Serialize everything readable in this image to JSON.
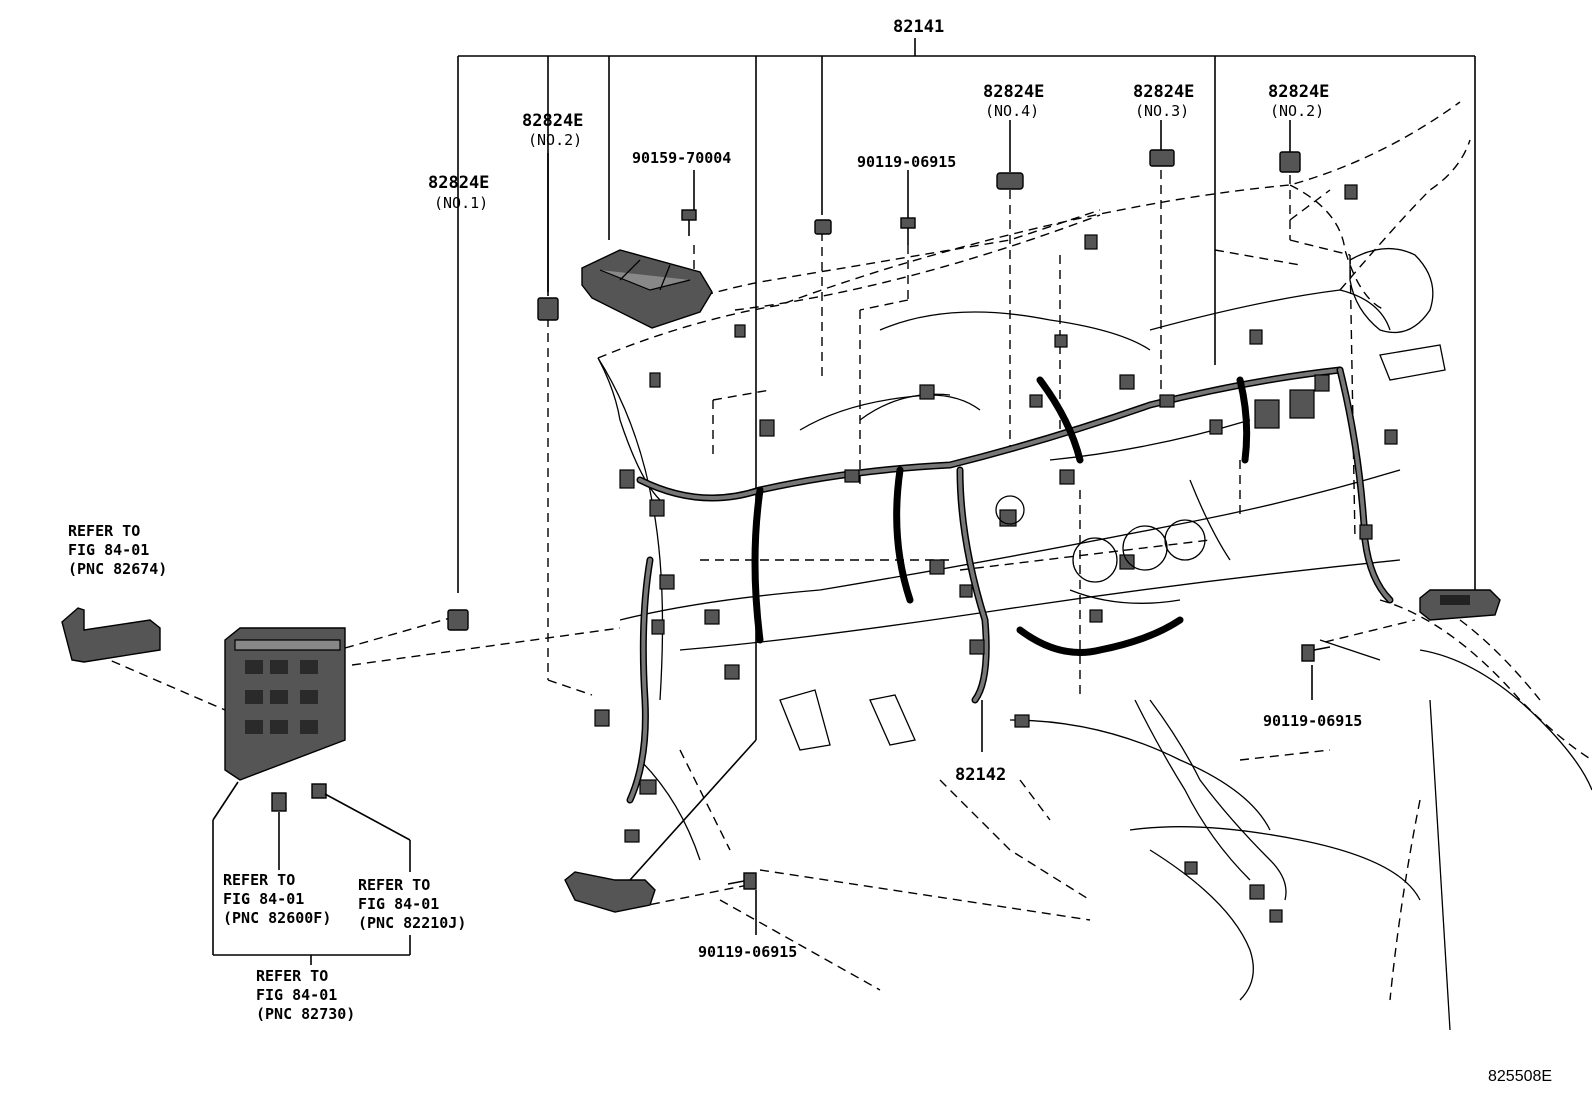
{
  "labels": {
    "main_assembly": "82141",
    "sub_assembly": "82142",
    "clamp_no1": "82824E",
    "clamp_no1_qual": "(NO.1)",
    "clamp_no2_left": "82824E",
    "clamp_no2_left_qual": "(NO.2)",
    "clamp_no4": "82824E",
    "clamp_no4_qual": "(NO.4)",
    "clamp_no3": "82824E",
    "clamp_no3_qual": "(NO.3)",
    "clamp_no2_right": "82824E",
    "clamp_no2_right_qual": "(NO.2)",
    "bolt_70004": "90159-70004",
    "bolt_center_top": "90119-06915",
    "bolt_right": "90119-06915",
    "bolt_bottom": "90119-06915"
  },
  "references": {
    "ref_82674": [
      "REFER TO",
      "FIG 84-01",
      "(PNC 82674)"
    ],
    "ref_82600f": [
      "REFER TO",
      "FIG 84-01",
      "(PNC 82600F)"
    ],
    "ref_82210j": [
      "REFER TO",
      "FIG 84-01",
      "(PNC 82210J)"
    ],
    "ref_82730": [
      "REFER TO",
      "FIG 84-01",
      "(PNC 82730)"
    ]
  },
  "figure_id": "825508E"
}
